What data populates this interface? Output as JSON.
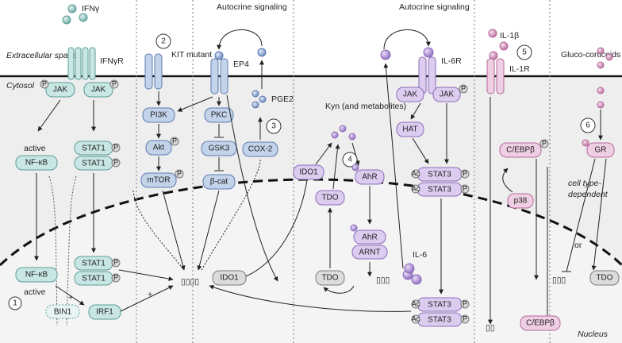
{
  "regions": {
    "extracellular": "Extracellular space",
    "cytosol": "Cytosol",
    "nucleus": "Nucleus"
  },
  "markers": [
    "1",
    "2",
    "3",
    "4",
    "5",
    "6"
  ],
  "signals": {
    "ifng": "IFNγ",
    "ifngr": "IFNγR",
    "kit": "KIT mutant",
    "ep4": "EP4",
    "autocrine1": "Autocrine signaling",
    "autocrine2": "Autocrine signaling",
    "pge2": "PGE2",
    "il6r": "IL-6R",
    "il1b": "IL-1β",
    "il1r": "IL-1R",
    "gluco": "Gluco-corticoids",
    "kyn": "Kyn (and metabolites)",
    "il6": "IL-6"
  },
  "nodes": {
    "jak": "JAK",
    "p": "P",
    "ac": "Ac",
    "active": "active",
    "nfkb": "NF-κB",
    "stat1": "STAT1",
    "pi3k": "PI3K",
    "akt": "Akt",
    "mtor": "mTOR",
    "pkc": "PKC",
    "gsk3": "GSK3",
    "bcat": "β-cat",
    "cox2": "COX-2",
    "ido1": "IDO1",
    "tdo": "TDO",
    "ahr": "AhR",
    "arnt": "ARNT",
    "hat": "HAT",
    "stat3": "STAT3",
    "cebpb": "C/EBPβ",
    "p38": "p38",
    "gr": "GR",
    "irf1": "IRF1",
    "bin1": "BIN1",
    "celltype": "cell type-dependent",
    "or": "or",
    "plus": "+"
  },
  "colors": {
    "green_fill": "#c8e6e3",
    "green_stroke": "#5d9d97",
    "blue_fill": "#c3d4ea",
    "blue_stroke": "#5c7bb0",
    "purple_fill": "#dccdf0",
    "purple_stroke": "#8b6cb8",
    "pink_fill": "#efcfe4",
    "pink_stroke": "#b56a9a",
    "gray_fill": "#dcdcdc",
    "gray_stroke": "#7a7a7a"
  }
}
